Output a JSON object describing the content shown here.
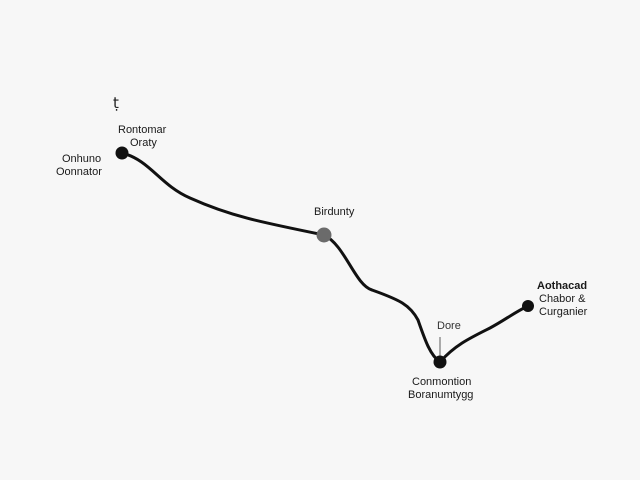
{
  "diagram": {
    "top_mark": "ṭ",
    "nodes": [
      {
        "id": "start",
        "label_lines": [
          "Onhuno",
          "Oonnator"
        ],
        "side_label_lines": [
          "Rontomar",
          "Oraty"
        ],
        "color": "#111111"
      },
      {
        "id": "mid",
        "label_lines": [
          "Birdunty"
        ],
        "color": "#6b6b6b"
      },
      {
        "id": "low",
        "label_lines": [
          "Conmontion",
          "Boranumtygg"
        ],
        "callout": "Dore",
        "color": "#111111"
      },
      {
        "id": "end",
        "label_lines": [
          "Aothacad",
          "Chabor &",
          "Curganier"
        ],
        "color": "#111111"
      }
    ],
    "line_color": "#111111"
  }
}
